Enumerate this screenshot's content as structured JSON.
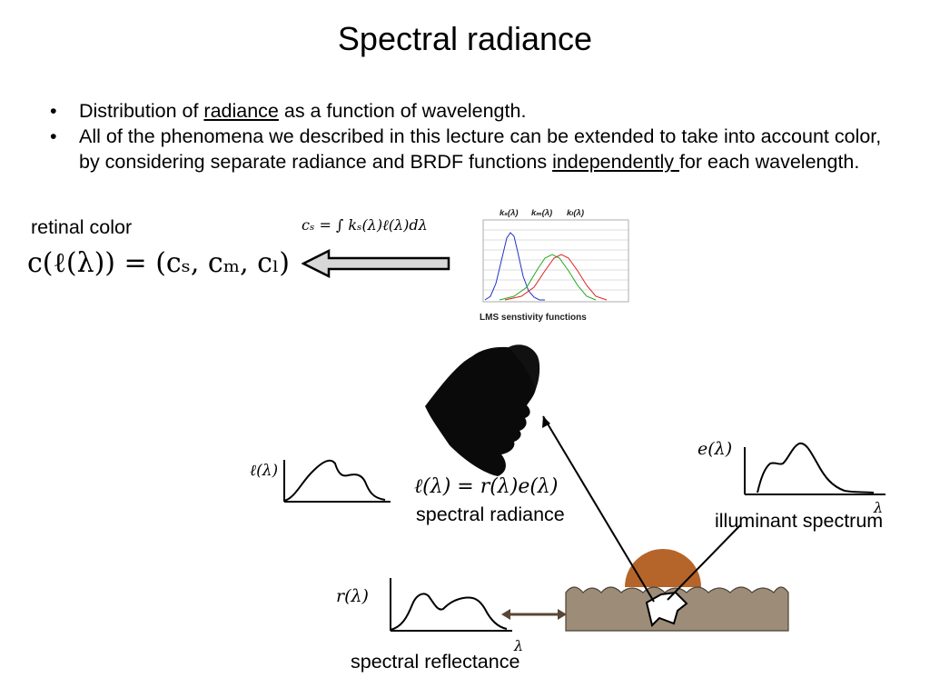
{
  "slide": {
    "title": "Spectral radiance",
    "bullets": [
      {
        "pre": "Distribution of ",
        "underline": "radiance",
        "post": " as a function of wavelength."
      },
      {
        "pre": "All of the phenomena we described in this lecture can be extended to take into account color, by considering separate radiance and BRDF functions ",
        "underline": "independently ",
        "post": "for each wavelength."
      }
    ]
  },
  "retinal": {
    "label": "retinal color",
    "equation": "c(ℓ(λ)) = (cₛ, cₘ, cₗ)",
    "integral": "cₛ = ∫ kₛ(λ)ℓ(λ)dλ"
  },
  "lms_figure": {
    "legend": [
      "kₛ(λ)",
      "kₘ(λ)",
      "kₗ(λ)"
    ],
    "caption": "LMS senstivity functions",
    "colors": {
      "s": "#2233cc",
      "m": "#22aa22",
      "l": "#dd2222"
    }
  },
  "plots": {
    "radiance_axis_label": "ℓ(λ)",
    "radiance_equation": "ℓ(λ) = r(λ)e(λ)",
    "radiance_caption": "spectral radiance",
    "illuminant_axis_label": "e(λ)",
    "illuminant_caption": "illuminant spectrum",
    "illuminant_x_label": "λ",
    "reflectance_axis_label": "r(λ)",
    "reflectance_caption": "spectral reflectance",
    "reflectance_x_label": "λ"
  },
  "colors": {
    "surface": "#9c8c78",
    "light": "#b5652a",
    "arrow_fill": "#d8d8d8",
    "double_arrow": "#5a4636"
  }
}
